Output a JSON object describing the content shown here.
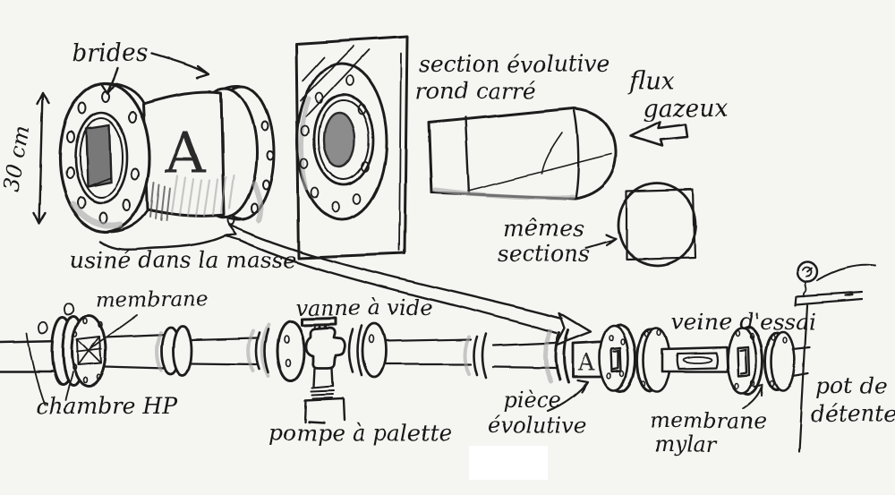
{
  "colors": {
    "ink": "#1c1c1c",
    "paper": "#f5f5f2",
    "pencil_shading": "#a6a6a6",
    "graphite_fill": "#8c8c8c"
  },
  "sketch": {
    "main_piece": {
      "marking": "A",
      "flanges_label": "brides",
      "dimension_label": "30 cm",
      "machined_label": "usiné dans la masse"
    },
    "transition": {
      "label_line1": "section évolutive",
      "label_line2": "rond carré"
    },
    "flow": {
      "label_line1": "flux",
      "label_line2": "gazeux"
    },
    "sections_note": {
      "label_line1": "mêmes",
      "label_line2": "sections"
    },
    "tube_assembly": {
      "membrane_label": "membrane",
      "hp_chamber_label": "chambre HP",
      "vacuum_valve_label": "vanne à vide",
      "vane_pump_label": "pompe à palette",
      "evolutive_piece_label_line1": "pièce",
      "evolutive_piece_label_line2": "évolutive",
      "evolutive_piece_marking": "A",
      "test_section_label": "veine d'essai",
      "mylar_label_line1": "membrane",
      "mylar_label_line2": "mylar",
      "expansion_pot_label_line1": "pot de",
      "expansion_pot_label_line2": "détente"
    }
  }
}
